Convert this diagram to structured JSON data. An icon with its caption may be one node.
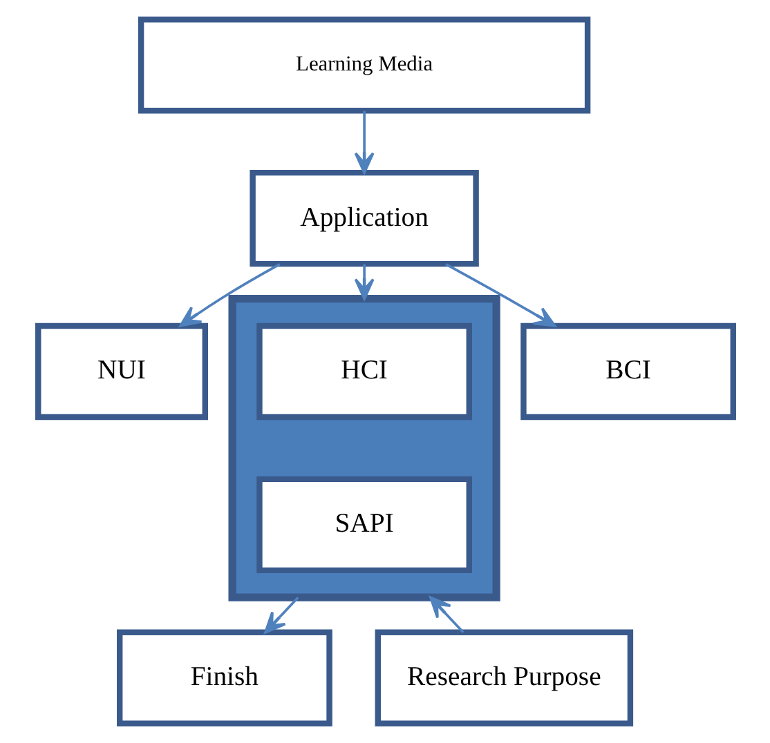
{
  "diagram": {
    "nodes": [
      {
        "text": [
          "Learning Media"
        ]
      },
      {
        "text": [
          "Application"
        ]
      },
      {
        "text": [
          "NUI"
        ]
      },
      {
        "text": [],
        "shape": "box"
      },
      {
        "text": [
          "HCI"
        ],
        "in": 3
      },
      {
        "text": [
          "BCI"
        ]
      },
      {
        "text": [
          "SAPI"
        ],
        "in": 3
      },
      {
        "text": [
          "Finish"
        ]
      },
      {
        "text": [
          "Research Purpose"
        ]
      }
    ],
    "edges": [
      {
        "from": 0,
        "to": 1,
        "arrow": "to"
      },
      {
        "from": 1,
        "to": 2,
        "arrow": "to"
      },
      {
        "from": 1,
        "to": 3,
        "arrow": "to"
      },
      {
        "from": 1,
        "to": 5,
        "arrow": "to"
      },
      {
        "from": 3,
        "to": 7,
        "arrow": "to"
      },
      {
        "from": 8,
        "to": 3,
        "arrow": "to"
      }
    ]
  }
}
